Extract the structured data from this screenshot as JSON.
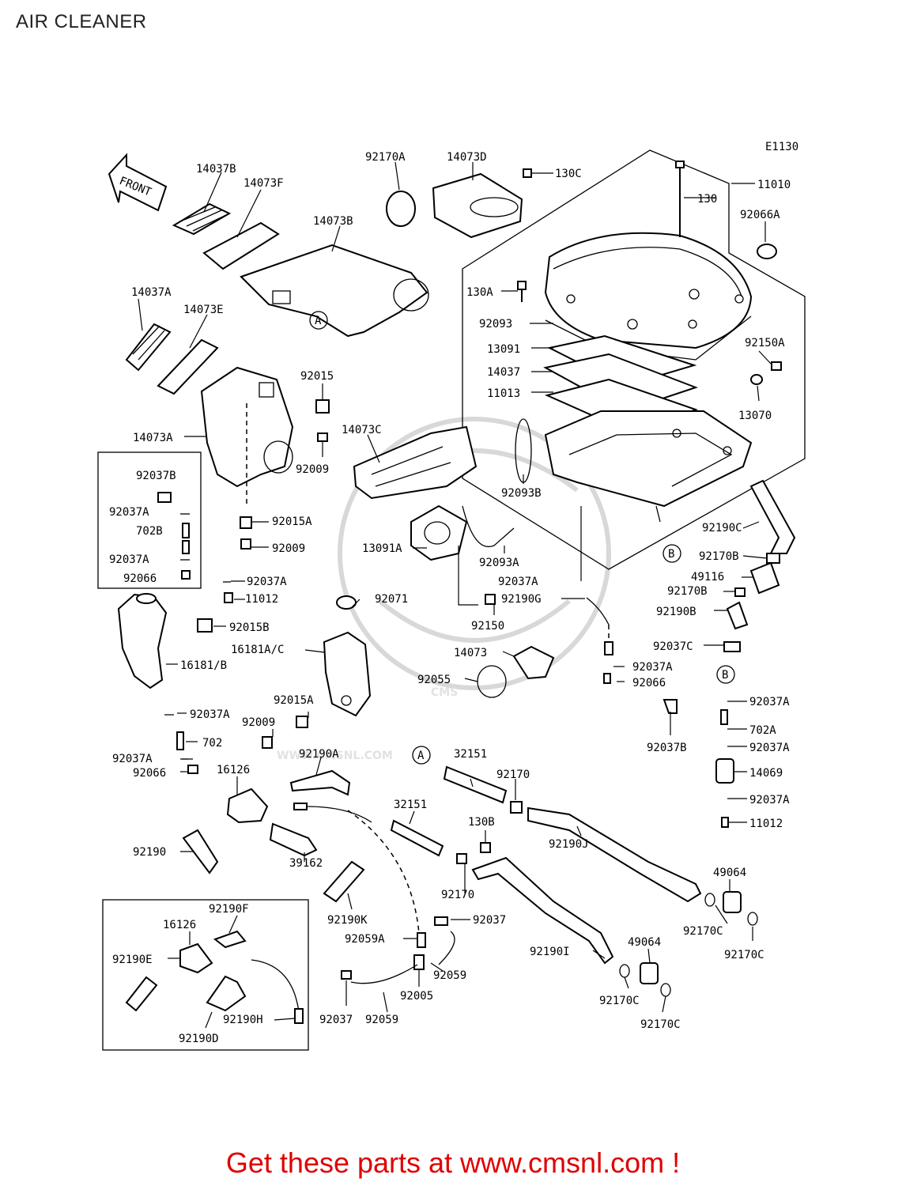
{
  "page": {
    "title": "AIR CLEANER",
    "footer": "Get these parts at www.cmsnl.com !"
  },
  "diagram": {
    "code": "E1130",
    "front_label": "FRONT",
    "watermark_text": "WWW.CMSNL.COM",
    "watermark_logo": "CMS",
    "refs": {
      "A": "A",
      "B": "B"
    },
    "labels": {
      "p14037B": "14037B",
      "p14073F": "14073F",
      "p14073B": "14073B",
      "p92170A": "92170A",
      "p14073D": "14073D",
      "p130C": "130C",
      "pE1130": "E1130",
      "p130": "130",
      "p11010": "11010",
      "p92066A": "92066A",
      "p14037A": "14037A",
      "p14073E": "14073E",
      "p130A": "130A",
      "p92093": "92093",
      "p13091": "13091",
      "p14037": "14037",
      "p11013": "11013",
      "p92150A": "92150A",
      "p13070": "13070",
      "p92015": "92015",
      "p14073A": "14073A",
      "p14073C": "14073C",
      "p92009a": "92009",
      "p92093B": "92093B",
      "p92037B_box": "92037B",
      "p92037A_1": "92037A",
      "p702B": "702B",
      "p92037A_2": "92037A",
      "p92066_box": "92066",
      "p92015A_1": "92015A",
      "p92009b": "92009",
      "p13091A": "13091A",
      "p92037A_3": "92037A",
      "p11012a": "11012",
      "p92093A": "92093A",
      "p92190C": "92190C",
      "p92170B_1": "92170B",
      "p49116": "49116",
      "p92170B_2": "92170B",
      "p92190B": "92190B",
      "p92037A_4": "92037A",
      "p92190G": "92190G",
      "p92071": "92071",
      "p92015B": "92015B",
      "p16181B": "16181/B",
      "p92150": "92150",
      "p92037C": "92037C",
      "p16181AC": "16181A/C",
      "p14073": "14073",
      "p92037A_5": "92037A",
      "p92055": "92055",
      "p92066b": "92066",
      "p92015A_2": "92015A",
      "p92037A_6": "92037A",
      "p92009c": "92009",
      "p702": "702",
      "p92037B_2": "92037B",
      "p702A": "702A",
      "p92037A_7": "92037A",
      "p92037A_8": "92037A",
      "p92066c": "92066",
      "p92190A": "92190A",
      "p32151a": "32151",
      "p92170": "92170",
      "p14069": "14069",
      "p16126a": "16126",
      "p92037A_9": "92037A",
      "p11012b": "11012",
      "p32151b": "32151",
      "p130B": "130B",
      "p92190J": "92190J",
      "p92190": "92190",
      "p39162": "39162",
      "p49064a": "49064",
      "p92170_2": "92170",
      "p92190F": "92190F",
      "p16126b": "16126",
      "p92190K": "92190K",
      "p92037a": "92037",
      "p92170C_1": "92170C",
      "p92190E": "92190E",
      "p92059A": "92059A",
      "p92190I": "92190I",
      "p49064b": "49064",
      "p92170C_2": "92170C",
      "p92059a": "92059",
      "p92005": "92005",
      "p92190H": "92190H",
      "p92037b": "92037",
      "p92059b": "92059",
      "p92170C_3": "92170C",
      "p92190D": "92190D",
      "p92170C_4": "92170C"
    }
  }
}
